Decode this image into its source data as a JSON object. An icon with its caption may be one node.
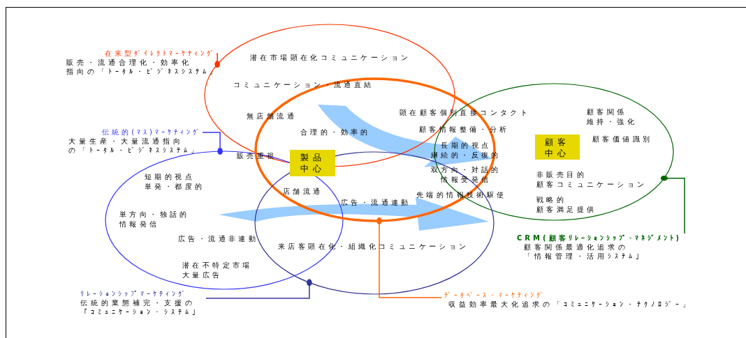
{
  "diagram": {
    "nodes": [
      {
        "text": [
          "在来型ﾀﾞｲﾚｸﾄﾏｰｹﾃｨﾝｸﾞ",
          "販売・流通合理化・効率化指向の「ﾄｰﾀﾙ・ﾋﾞｼﾞﾈｽｼｽﾃﾑ」"
        ]
      },
      {
        "text": [],
        "shape": "ellipse"
      },
      {
        "text": [
          "伝統的(ﾏｽ)ﾏｰｹﾃｨﾝｸﾞ",
          "大量生産・大量流通指向の「ﾄｰﾀﾙ・ﾋﾞｼﾞﾈｽｼｽﾃﾑ」"
        ]
      },
      {
        "text": [],
        "shape": "ellipse"
      },
      {
        "text": [],
        "shape": "ellipse"
      },
      {
        "text": [
          "製品中心"
        ]
      },
      {
        "text": [],
        "shape": "ellipse"
      },
      {
        "text": [
          "顧客中心"
        ],
        "in": 6
      },
      {
        "text": [],
        "shape": "ellipse"
      },
      {
        "text": [
          "CRM(顧客ﾘﾚｰｼｮﾝｼｯﾌﾟ･ﾏﾈｼﾞﾒﾝﾄ)",
          "顧客関係最適化追求の「情報管理・活用ｼｽﾃﾑ」"
        ]
      },
      {
        "text": [
          "ﾘﾚｰｼｮﾝｼｯﾌﾟﾏｰｹﾃｨﾝｸﾞ",
          "伝統的業態補完・支援の「ｺﾐｭﾆｹｰｼｮﾝ・ｼｽﾃﾑ」"
        ]
      },
      {
        "text": [
          "ﾃﾞｰﾀﾍﾞｰｽ・ﾏｰｹﾃｨﾝｸﾞ",
          "収益効率最大化追求の「ｺﾐｭﾆｹｰｼｮﾝ・ﾃｸﾉﾛｼﾞｰ」"
        ]
      }
    ],
    "edges": [
      {
        "from": 0,
        "to": 1,
        "arrow": "other",
        "color": "#ff3300"
      },
      {
        "from": 2,
        "to": 3,
        "arrow": "other",
        "color": "#3333ff"
      },
      {
        "from": 9,
        "to": 6,
        "arrow": "other",
        "color": "#006600"
      },
      {
        "from": 10,
        "to": 8,
        "arrow": "other",
        "color": "#333399"
      },
      {
        "from": 11,
        "to": 4,
        "arrow": "other",
        "color": "#ff6600"
      }
    ],
    "labels": [
      "潜在市場顕在化コミュニケーション",
      "コミュニケーション・流通直結",
      "無店舗流通",
      "顕在顧客個別直接コンタクト",
      "顧客関係維持・強化",
      "合理的・効率的",
      "顧客情報整備・分析",
      "顧客価値識別",
      "販売重視",
      "長期的視点継続的・反復的",
      "双方向・対話的情報受発信",
      "短期的視点単発・都度的",
      "非販売目的顧客コミュニケーション",
      "店舗流通",
      "広告・流通連動",
      "先端的情報技術駆使",
      "戦略的顧客満足提供",
      "単方向・独話的情報発信",
      "広告・流通非連動",
      "来店客顕在化・組織化コミュニケーション",
      "潜在不特定市場大量広告"
    ]
  }
}
